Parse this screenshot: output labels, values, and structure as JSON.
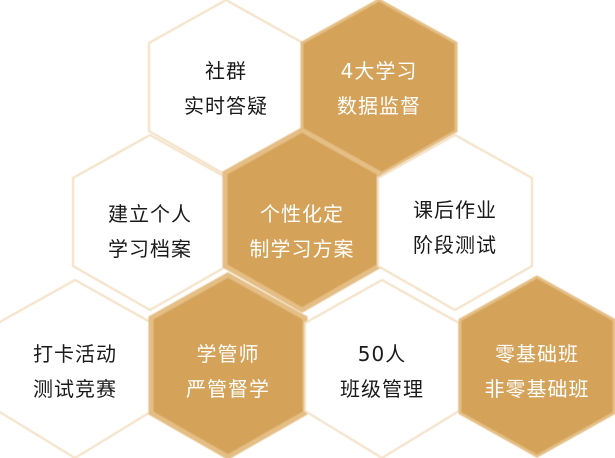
{
  "diagram": {
    "title": "",
    "colors": {
      "gold": "#D4A259",
      "gold_border": "#E4BE84",
      "white": "#FFFFFF",
      "white_border": "#F3DFC2",
      "text_dark": "#1A1A1A",
      "text_light": "#FFFFFF"
    },
    "hexagons": [
      {
        "id": "community-qa",
        "style": "white",
        "row": 1,
        "lines": [
          "社群",
          "实时答疑"
        ]
      },
      {
        "id": "data-monitoring",
        "style": "gold",
        "row": 1,
        "lines": [
          "4大学习",
          "数据监督"
        ]
      },
      {
        "id": "personal-profile",
        "style": "white",
        "row": 2,
        "lines": [
          "建立个人",
          "学习档案"
        ]
      },
      {
        "id": "personalized-plan",
        "style": "gold",
        "row": 2,
        "lines": [
          "个性化定",
          "制学习方案"
        ]
      },
      {
        "id": "homework-tests",
        "style": "white",
        "row": 2,
        "lines": [
          "课后作业",
          "阶段测试"
        ]
      },
      {
        "id": "checkin-contests",
        "style": "white",
        "row": 3,
        "lines": [
          "打卡活动",
          "测试竞赛"
        ]
      },
      {
        "id": "tutor-supervision",
        "style": "gold",
        "row": 3,
        "lines": [
          "学管师",
          "严管督学"
        ]
      },
      {
        "id": "class-management",
        "style": "white",
        "row": 3,
        "lines": [
          "50人",
          "班级管理"
        ]
      },
      {
        "id": "level-classes",
        "style": "gold",
        "row": 3,
        "lines": [
          "零基础班",
          "非零基础班"
        ]
      }
    ]
  }
}
